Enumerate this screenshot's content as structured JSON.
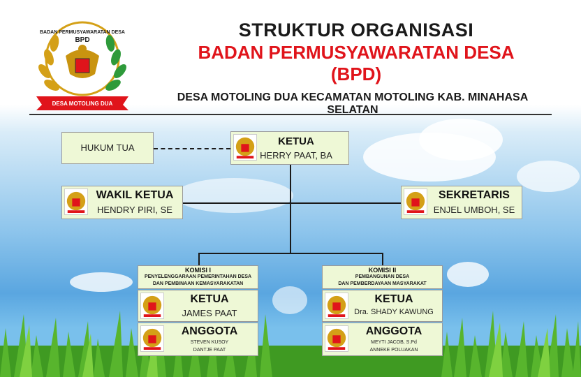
{
  "header": {
    "logo_text_top": "BADAN PERMUSYAWARATAN DESA",
    "logo_abbr": "BPD",
    "logo_ribbon": "DESA MOTOLING DUA",
    "title": "STRUKTUR ORGANISASI",
    "subtitle": "BADAN PERMUSYAWARATAN DESA",
    "abbr": "(BPD)",
    "location": "DESA MOTOLING DUA KECAMATAN MOTOLING KAB. MINAHASA SELATAN"
  },
  "org": {
    "hukum_tua": "HUKUM TUA",
    "ketua": {
      "title": "KETUA",
      "name": "HERRY PAAT, BA"
    },
    "wakil_ketua": {
      "title": "WAKIL KETUA",
      "name": "HENDRY PIRI, SE"
    },
    "sekretaris": {
      "title": "SEKRETARIS",
      "name": "ENJEL UMBOH, SE"
    },
    "komisi1": {
      "title": "KOMISI I",
      "desc1": "PENYELENGGARAAN PEMERINTAHAN DESA",
      "desc2": "DAN PEMBINAAN KEMASYARAKATAN",
      "ketua_title": "KETUA",
      "ketua_name": "JAMES PAAT",
      "anggota_title": "ANGGOTA",
      "anggota1": "STEVEN KUSOY",
      "anggota2": "DANTJE PAAT"
    },
    "komisi2": {
      "title": "KOMISI II",
      "desc1": "PEMBANGUNAN DESA",
      "desc2": "DAN PEMBERDAYAAN MASYARAKAT",
      "ketua_title": "KETUA",
      "ketua_name": "Dra. SHADY KAWUNG",
      "anggota_title": "ANGGOTA",
      "anggota1": "MEYTI JACOB, S.Pd",
      "anggota2": "ANNEKE POLUAKAN"
    }
  },
  "colors": {
    "accent_red": "#e0141b",
    "box_fill": "#eef8d6",
    "sky": "#5aa6e0",
    "grass": "#4caf2a"
  },
  "icons": {
    "emblem": "garuda-emblem-icon"
  }
}
